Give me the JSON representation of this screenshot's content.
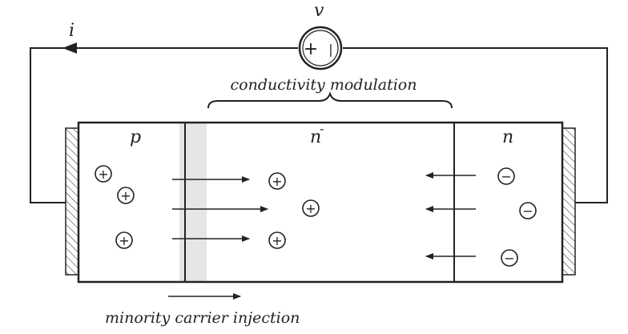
{
  "circuit": {
    "voltage_label": "v",
    "current_label": "i",
    "source_plus": "+",
    "source_minus": "|"
  },
  "regions": {
    "p_label": "p",
    "n_minus_label": "n",
    "n_minus_superscript": "-",
    "n_label": "n"
  },
  "annotations": {
    "conductivity_modulation": "conductivity modulation",
    "minority_carrier_injection": "minority carrier injection"
  },
  "carriers": {
    "hole_symbol": "+",
    "electron_symbol": "−"
  },
  "colors": {
    "stroke": "#222222",
    "depletion_shade": "#e6e6e6"
  }
}
